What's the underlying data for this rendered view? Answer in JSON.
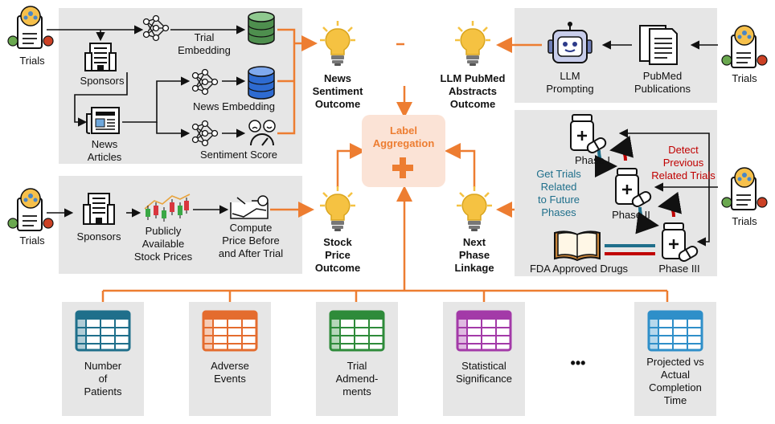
{
  "trials_label": "Trials",
  "top_left": {
    "sponsors": "Sponsors",
    "news_articles": [
      "News",
      "Articles"
    ],
    "trial_embedding": [
      "Trial",
      "Embedding"
    ],
    "news_embedding": "News Embedding",
    "sentiment_score": "Sentiment Score"
  },
  "stock_panel": {
    "sponsors": "Sponsors",
    "prices": [
      "Publicly",
      "Available",
      "Stock Prices"
    ],
    "compute": [
      "Compute",
      "Price Before",
      "and After Trial"
    ]
  },
  "pubmed_panel": {
    "llm": [
      "LLM",
      "Prompting"
    ],
    "pubmed": [
      "PubMed",
      "Publications"
    ]
  },
  "phase_panel": {
    "phase1": "Phase I",
    "phase2": "Phase II",
    "phase3": "Phase III",
    "future": [
      "Get Trials",
      "Related",
      "to Future",
      "Phases"
    ],
    "previous": [
      "Detect",
      "Previous",
      "Related Trials"
    ],
    "fda": "FDA Approved Drugs"
  },
  "outcomes": {
    "news": [
      "News",
      "Sentiment",
      "Outcome"
    ],
    "llm": [
      "LLM PubMed",
      "Abstracts",
      "Outcome"
    ],
    "stock": [
      "Stock",
      "Price",
      "Outcome"
    ],
    "next": [
      "Next",
      "Phase",
      "Linkage"
    ]
  },
  "aggregation": [
    "Label",
    "Aggregation"
  ],
  "tables": [
    {
      "lines": [
        "Number",
        "of",
        "Patients"
      ],
      "color": "#1f6f8b"
    },
    {
      "lines": [
        "Adverse",
        "Events"
      ],
      "color": "#e46c2e"
    },
    {
      "lines": [
        "Trial",
        "Admend-",
        "ments"
      ],
      "color": "#2e8b3a"
    },
    {
      "lines": [
        "Statistical",
        "Significance"
      ],
      "color": "#a33aa8"
    },
    {
      "lines": [
        "Projected vs",
        "Actual",
        "Completion",
        "Time"
      ],
      "color": "#2f8fc9"
    }
  ],
  "ellipsis": "•••",
  "colors": {
    "orange": "#ed7d31",
    "red": "#c00000",
    "teal": "#1f6f8b",
    "panel": "#e6e6e6",
    "bulb": "#f5c242"
  }
}
